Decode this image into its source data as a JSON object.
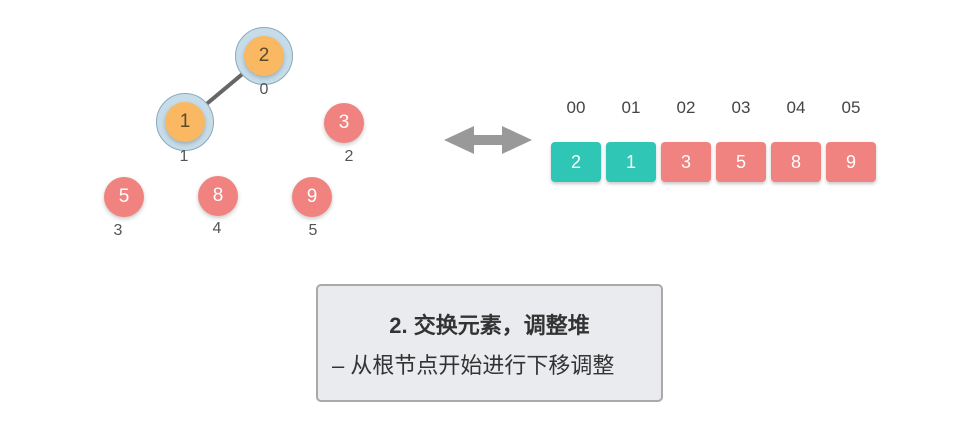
{
  "colors": {
    "orange": "#fbb862",
    "red": "#f0827f",
    "teal": "#2fc6b5",
    "halo": "#c6dde9",
    "edge": "#666666",
    "arrow": "#999999"
  },
  "tree": {
    "nodes": [
      {
        "value": "2",
        "index": "0",
        "color": "orange",
        "highlighted": true
      },
      {
        "value": "1",
        "index": "1",
        "color": "orange",
        "highlighted": true
      },
      {
        "value": "3",
        "index": "2",
        "color": "red",
        "highlighted": false
      },
      {
        "value": "5",
        "index": "3",
        "color": "red",
        "highlighted": false
      },
      {
        "value": "8",
        "index": "4",
        "color": "red",
        "highlighted": false
      },
      {
        "value": "9",
        "index": "5",
        "color": "red",
        "highlighted": false
      }
    ],
    "edges": [
      [
        "0",
        "1"
      ]
    ]
  },
  "array": {
    "indices": [
      "00",
      "01",
      "02",
      "03",
      "04",
      "05"
    ],
    "cells": [
      {
        "value": "2",
        "color": "teal"
      },
      {
        "value": "1",
        "color": "teal"
      },
      {
        "value": "3",
        "color": "red"
      },
      {
        "value": "5",
        "color": "red"
      },
      {
        "value": "8",
        "color": "red"
      },
      {
        "value": "9",
        "color": "red"
      }
    ]
  },
  "note": {
    "title": "2. 交换元素，调整堆",
    "subtitle": "– 从根节点开始进行下移调整"
  }
}
